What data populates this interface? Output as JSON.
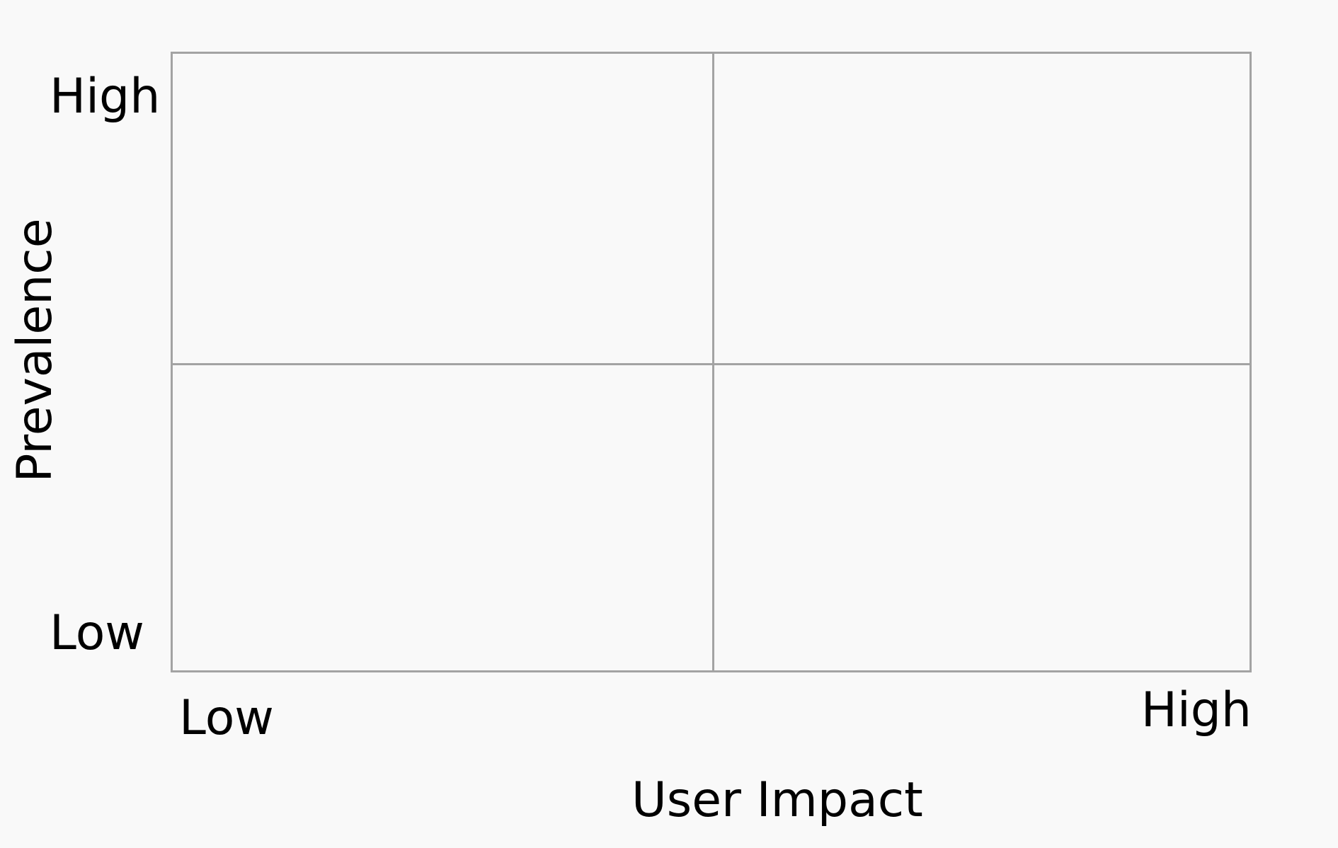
{
  "quadrant_chart": {
    "y_axis": {
      "title": "Prevalence",
      "high_label": "High",
      "low_label": "Low"
    },
    "x_axis": {
      "title": "User Impact",
      "low_label": "Low",
      "high_label": "High"
    },
    "colors": {
      "background": "#f9f9f9",
      "gridline": "#a3a3a3",
      "text": "#000000"
    }
  }
}
